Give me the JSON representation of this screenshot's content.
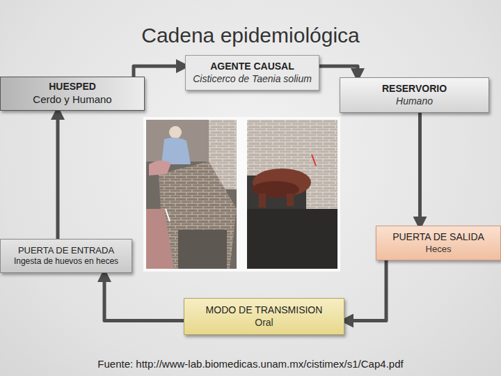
{
  "diagram": {
    "title": "Cadena epidemiológica",
    "nodes": [
      {
        "text": [
          "AGENTE CAUSAL",
          "Cisticerco de Taenia solium"
        ]
      },
      {
        "text": [
          "RESERVORIO",
          "Humano"
        ]
      },
      {
        "text": [
          "PUERTA DE SALIDA",
          "Heces"
        ]
      },
      {
        "text": [
          "MODO DE TRANSMISION",
          "Oral"
        ]
      },
      {
        "text": [
          "PUERTA DE ENTRADA",
          "Ingesta de huevos en heces"
        ]
      },
      {
        "text": [
          "HUESPED",
          "Cerdo y Humano"
        ]
      }
    ],
    "edges": [
      {
        "from": 5,
        "to": 0,
        "arrow": "to"
      },
      {
        "from": 0,
        "to": 1,
        "arrow": "to"
      },
      {
        "from": 1,
        "to": 2,
        "arrow": "to"
      },
      {
        "from": 2,
        "to": 3,
        "arrow": "to"
      },
      {
        "from": 3,
        "to": 4,
        "arrow": "to"
      },
      {
        "from": 4,
        "to": 5,
        "arrow": "to"
      }
    ],
    "caption": "Fuente: http://www-lab.biomedicas.unam.mx/cistimex/s1/Cap4.pdf"
  }
}
